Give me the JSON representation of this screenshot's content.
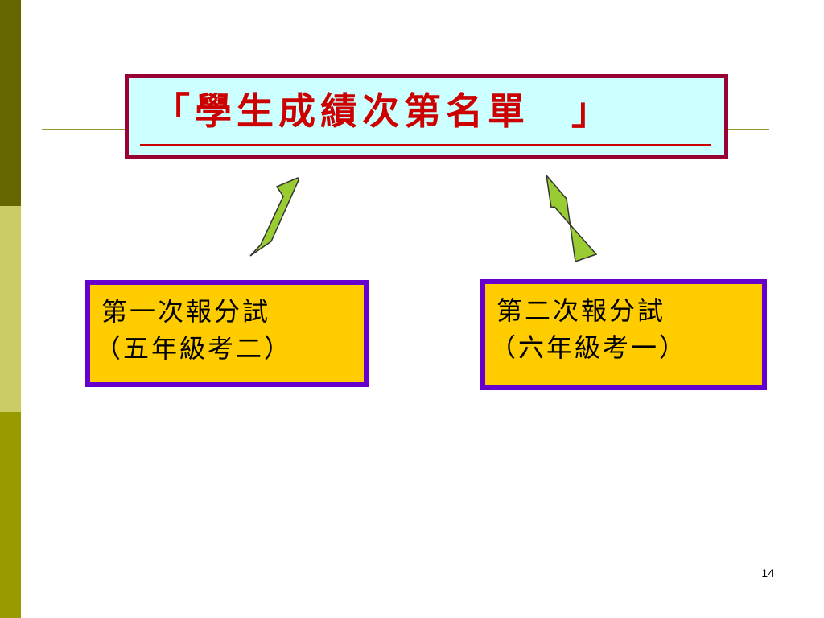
{
  "colors": {
    "sidebar_top": "#666600",
    "sidebar_mid": "#cccc66",
    "sidebar_bottom": "#999900",
    "title_rule": "#999933",
    "title_box_fill": "#ccffff",
    "title_box_border": "#990033",
    "title_text": "#cc0000",
    "arrow_fill": "#99cc33",
    "arrow_stroke": "#333333",
    "box_fill": "#ffcc00",
    "box_border": "#6600cc"
  },
  "title": {
    "text": "「學生成績次第名單　」"
  },
  "nodes": [
    {
      "id": "first-report",
      "line1": "第一次報分試",
      "line2": "（五年級考二）"
    },
    {
      "id": "second-report",
      "line1": "第二次報分試",
      "line2": "（六年級考一）"
    }
  ],
  "arrows": [
    {
      "from": "first-report",
      "to": "title",
      "icon": "up-right-arrow"
    },
    {
      "from": "second-report",
      "to": "title",
      "icon": "up-left-arrow"
    }
  ],
  "footer": {
    "page_number": "14"
  }
}
